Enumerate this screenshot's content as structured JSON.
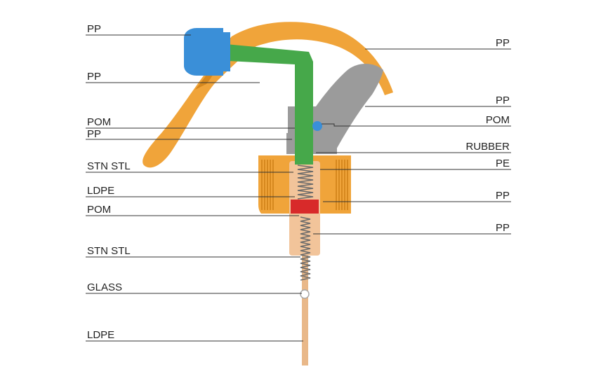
{
  "colors": {
    "trigger": "#f0a43a",
    "trigger_dark": "#d6881e",
    "nozzle": "#3a8fd8",
    "tube": "#46a84a",
    "housing": "#9b9b9b",
    "seal": "#d82a2a",
    "cylinder": "#f2c49a",
    "dip_tube": "#e9b889",
    "spring": "#6a6a6a",
    "leader": "#333333"
  },
  "labels_left": [
    "PP",
    "PP",
    "POM",
    "PP",
    "STN STL",
    "LDPE",
    "POM",
    "STN STL",
    "GLASS",
    "LDPE"
  ],
  "labels_right": [
    "PP",
    "PP",
    "POM",
    "RUBBER",
    "PE",
    "PP",
    "PP"
  ],
  "icons": {
    "nozzle": "nozzle-icon",
    "ball": "ball-valve-icon",
    "spring": "spring-icon"
  }
}
